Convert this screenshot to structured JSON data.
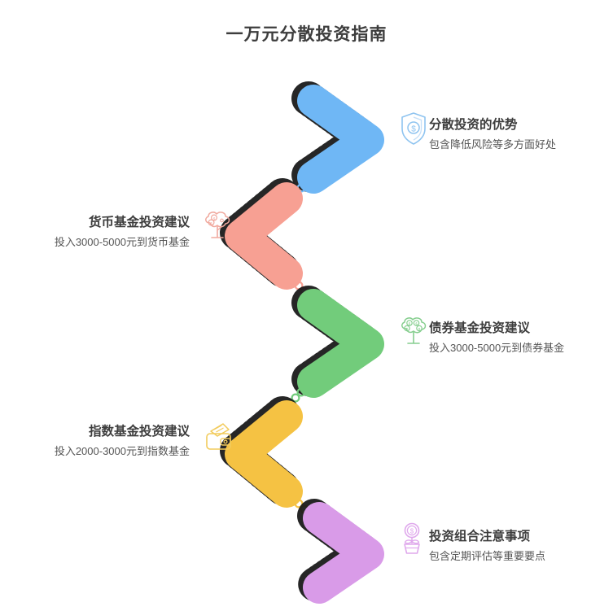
{
  "page": {
    "title": "一万元分散投资指南",
    "background_color": "#ffffff",
    "title_color": "#3d3d3d"
  },
  "diagram": {
    "type": "zigzag-chevron-timeline",
    "step_count": 5,
    "connector_style": "dotted-circles",
    "chevron_outline": "dashed-black"
  },
  "steps": [
    {
      "index": 1,
      "title": "分散投资的优势",
      "desc": "包含降低风险等多方面好处",
      "color": "#6FB7F5",
      "icon": "shield-dollar-icon",
      "direction": "right",
      "side": "right"
    },
    {
      "index": 2,
      "title": "货币基金投资建议",
      "desc": "投入3000-5000元到货币基金",
      "color": "#F7A093",
      "icon": "money-tree-icon",
      "direction": "left",
      "side": "left"
    },
    {
      "index": 3,
      "title": "债券基金投资建议",
      "desc": "投入3000-5000元到债券基金",
      "color": "#72CC7B",
      "icon": "money-tree-icon",
      "direction": "right",
      "side": "right"
    },
    {
      "index": 4,
      "title": "指数基金投资建议",
      "desc": "投入2000-3000元到指数基金",
      "color": "#F5C council",
      "icon": "wallet-cash-icon",
      "direction": "left",
      "side": "left"
    },
    {
      "index": 5,
      "title": "投资组合注意事项",
      "desc": "包含定期评估等重要要点",
      "color": "#D99BE8",
      "icon": "potted-plant-coin-icon",
      "direction": "right",
      "side": "right"
    }
  ],
  "colors": {
    "step1_blue": "#6FB7F5",
    "step2_pink": "#F7A093",
    "step3_green": "#72CC7B",
    "step4_yellow": "#F5C243",
    "step5_purple": "#D99BE8",
    "outline_black": "#1a1a1a",
    "text_dark": "#3d3d3d",
    "text_body": "#555555"
  }
}
